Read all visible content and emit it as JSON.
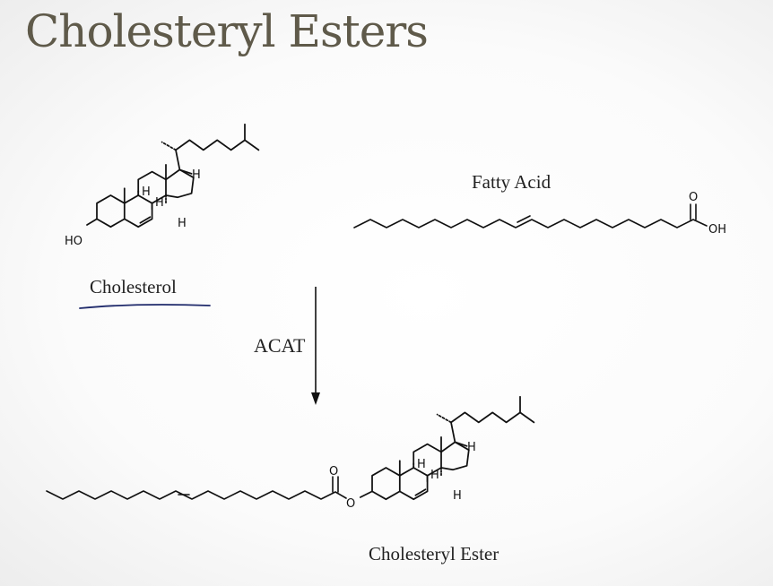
{
  "title": "Cholesteryl Esters",
  "labels": {
    "cholesterol": "Cholesterol",
    "fatty_acid": "Fatty Acid",
    "enzyme": "ACAT",
    "product": "Cholesteryl Ester"
  },
  "atoms": {
    "ho": "HO",
    "h": "H",
    "o": "O",
    "oh": "OH"
  },
  "colors": {
    "title": "#5f5a4a",
    "underline": "#1f2a6b"
  }
}
